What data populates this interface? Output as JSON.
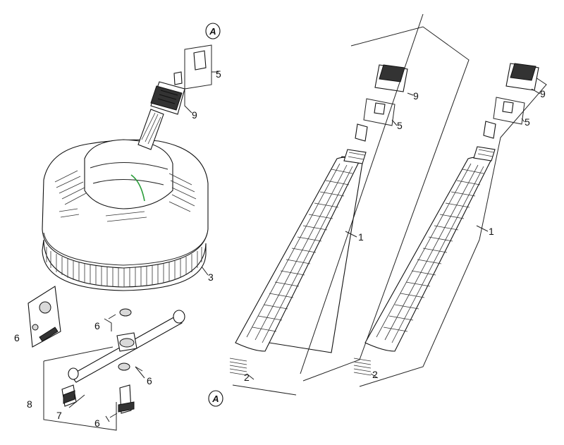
{
  "callouts": {
    "n1a": "1",
    "n1b": "1",
    "n2a": "2",
    "n2b": "2",
    "n3": "3",
    "n5a": "5",
    "n5b": "5",
    "n5c": "5",
    "n6a": "6",
    "n6b": "6",
    "n6c": "6",
    "n6d": "6",
    "n7": "7",
    "n8": "8",
    "n9a": "9",
    "n9b": "9",
    "n9c": "9"
  },
  "markers": {
    "top": "A",
    "bottom": "A"
  },
  "colors": {
    "accent_line": "#2a9d3a",
    "ink": "#111111"
  },
  "icons": [
    "connection-marker-a",
    "surface-cleaner",
    "extension-lance",
    "spray-arm",
    "nozzle",
    "coupling-clip"
  ]
}
